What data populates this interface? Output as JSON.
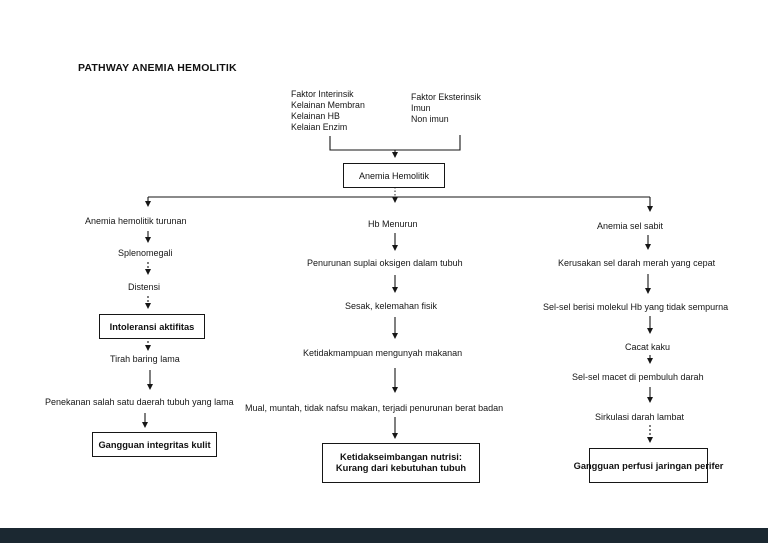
{
  "colors": {
    "ink": "#161616",
    "page_bg": "#ffffff",
    "footer_bar": "#1b2831"
  },
  "title": "PATHWAY ANEMIA HEMOLITIK",
  "factors": {
    "intrinsic": [
      "Faktor Interinsik",
      "Kelainan Membran",
      "Kelainan HB",
      "Kelaian Enzim"
    ],
    "extrinsic": [
      "Faktor Eksterinsik",
      "Imun",
      "Non imun"
    ]
  },
  "root": "Anemia Hemolitik",
  "left": {
    "n1": "Anemia hemolitik turunan",
    "n2": "Splenomegali",
    "n3": "Distensi",
    "n4": "Intoleransi aktifitas",
    "n5": "Tirah baring lama",
    "n6": "Penekanan salah satu daerah tubuh yang lama",
    "n7": "Gangguan integritas kulit"
  },
  "middle": {
    "n1": "Hb Menurun",
    "n2": "Penurunan suplai oksigen dalam tubuh",
    "n3": "Sesak, kelemahan fisik",
    "n4": "Ketidakmampuan mengunyah makanan",
    "n5": "Mual, muntah, tidak nafsu makan, terjadi penurunan berat badan",
    "n6_line1": "Ketidakseimbangan nutrisi:",
    "n6_line2": "Kurang dari kebutuhan tubuh"
  },
  "right": {
    "n1": "Anemia sel sabit",
    "n2": "Kerusakan sel darah merah yang cepat",
    "n3": "Sel-sel berisi molekul Hb yang tidak sempurna",
    "n4": "Cacat kaku",
    "n5": "Sel-sel macet di pembuluh darah",
    "n6": "Sirkulasi darah lambat",
    "n7": "Gangguan perfusi jaringan perifer"
  }
}
